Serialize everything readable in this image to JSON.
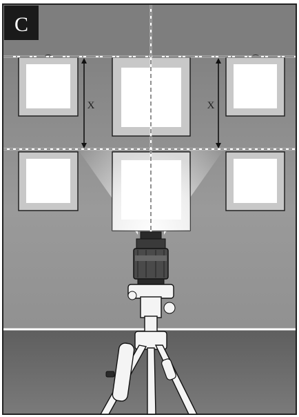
{
  "panel_label": "C",
  "dimension_label_left": "X",
  "dimension_label_right": "X",
  "colors": {
    "wall": "#8d8d8d",
    "floor": "#6e6e6e",
    "frame_gray": "#c6c6c6",
    "laser_line": "#ffffff",
    "outline": "#222222"
  },
  "icons": {
    "laser_level": "laser-level-icon",
    "tripod": "tripod-icon"
  }
}
